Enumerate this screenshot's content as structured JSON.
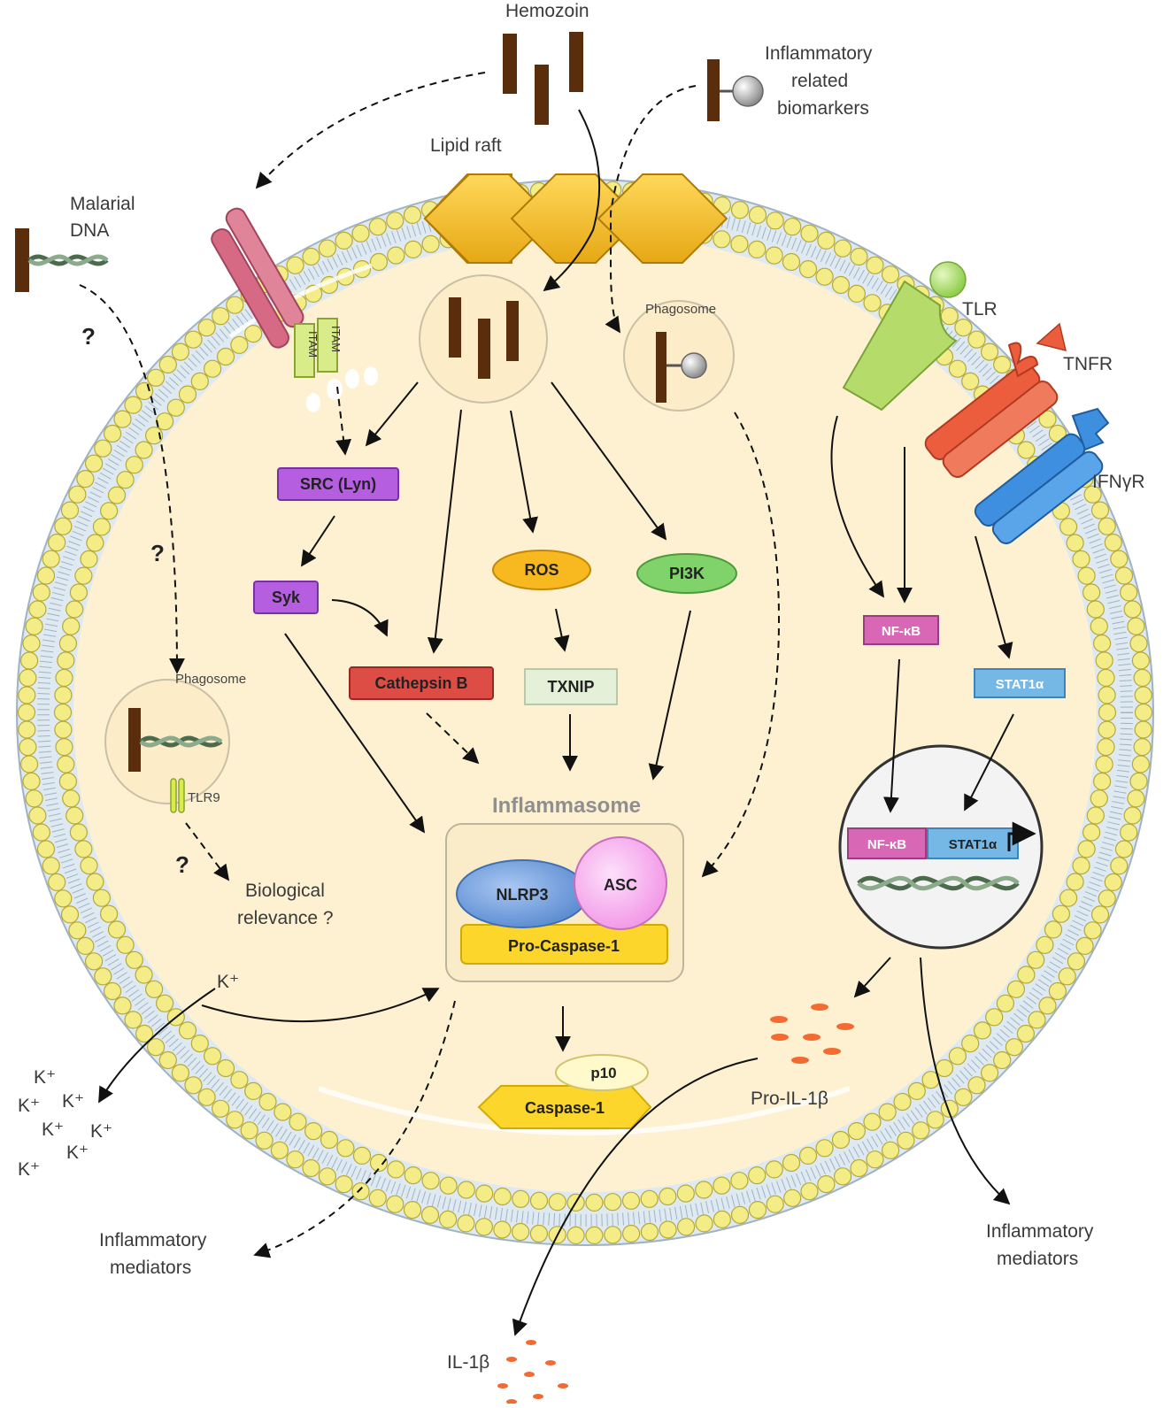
{
  "labels": {
    "hemozoin": "Hemozoin",
    "inflammatory_biomarkers_1": "Inflammatory",
    "inflammatory_biomarkers_2": "related",
    "inflammatory_biomarkers_3": "biomarkers",
    "lipid_raft": "Lipid raft",
    "malarial_dna_1": "Malarial",
    "malarial_dna_2": "DNA",
    "phagosome_top": "Phagosome",
    "phagosome_left": "Phagosome",
    "tlr": "TLR",
    "tnfr": "TNFR",
    "ifngr": "IFNγR",
    "itam": "ITAM",
    "tlr9": "TLR9",
    "question": "?",
    "biological_relevance_1": "Biological",
    "biological_relevance_2": "relevance ?",
    "k_plus": "K⁺",
    "inflammatory_mediators_1": "Inflammatory",
    "inflammatory_mediators_2": "mediators",
    "il1b": "IL-1β",
    "pro_il1b": "Pro-IL-1β",
    "inflammasome": "Inflammasome"
  },
  "nodes": {
    "src_lyn": "SRC (Lyn)",
    "syk": "Syk",
    "cathepsin_b": "Cathepsin B",
    "ros": "ROS",
    "txnip": "TXNIP",
    "pi3k": "PI3K",
    "nfkb": "NF-κB",
    "stat1a": "STAT1α",
    "nfkb_nucleus": "NF-κB",
    "stat1a_nucleus": "STAT1α",
    "nlrp3": "NLRP3",
    "asc": "ASC",
    "pro_caspase1": "Pro-Caspase-1",
    "p10": "p10",
    "caspase1": "Caspase-1"
  },
  "colors": {
    "cytoplasm": "#fdf1d2",
    "membrane_bead": "#f4ec86",
    "membrane_core": "#b9cbd9",
    "hemozoin": "#5a2d0c",
    "lipid_raft": "#f6c12c",
    "src": "#b55fe0",
    "cathepsin": "#dd4d45",
    "ros": "#f7b820",
    "pi3k": "#7fd36a",
    "nfkb": "#d868b5",
    "stat1a": "#75b8e6",
    "nlrp3": "#6a97d8",
    "asc": "#f6aef2",
    "procaspase": "#fcd62a",
    "tlr": "#b5dc6a",
    "tnfr": "#ec5d3e",
    "ifngr": "#3f8fe0",
    "il1b_dots": "#f26b33"
  }
}
